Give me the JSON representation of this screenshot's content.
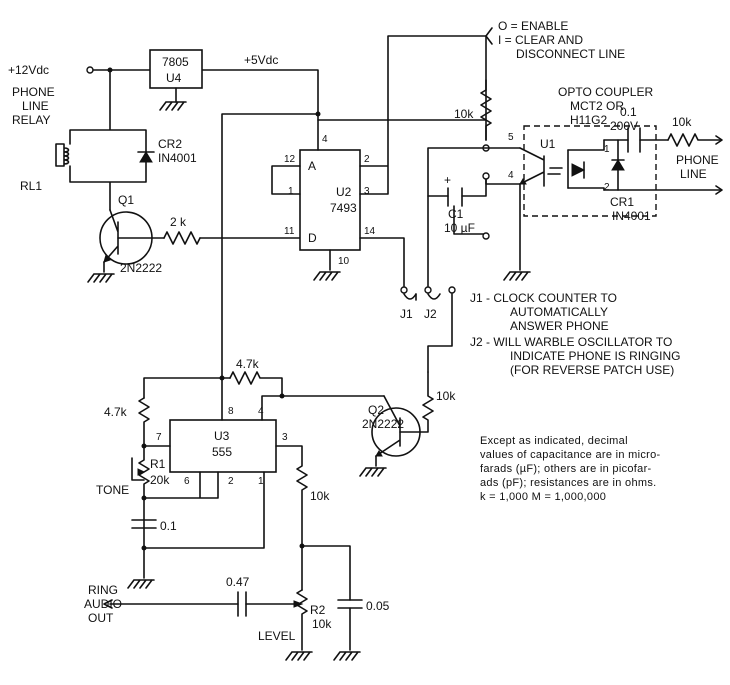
{
  "supply": {
    "v12": "+12Vdc",
    "v5": "+5Vdc"
  },
  "regulator": {
    "part": "7805",
    "ref": "U4"
  },
  "relay": {
    "line1": "PHONE",
    "line2": "LINE",
    "line3": "RELAY",
    "ref": "RL1"
  },
  "cr2": {
    "ref": "CR2",
    "part": "IN4001"
  },
  "q1": {
    "ref": "Q1",
    "part": "2N2222",
    "base_res": "2 k"
  },
  "u2": {
    "ref": "U2",
    "part": "7493",
    "pin_a": "A",
    "pin_d": "D",
    "p12": "12",
    "p1": "1",
    "p4": "4",
    "p2": "2",
    "p3": "3",
    "p11": "11",
    "p14": "14",
    "p10": "10"
  },
  "control": {
    "line1": "O = ENABLE",
    "line2": "I = CLEAR AND",
    "line3": "DISCONNECT LINE"
  },
  "opto": {
    "line1": "OPTO COUPLER",
    "line2": "MCT2 OR",
    "line3": "H11G2",
    "ref": "U1",
    "p5": "5",
    "p4": "4",
    "p1": "1",
    "p2": "2"
  },
  "r10k_top": "10k",
  "c1": {
    "ref": "C1",
    "value": "10 µF",
    "plus": "+"
  },
  "cap_line": {
    "value1": "0.1",
    "value2": "200V",
    "res": "10k"
  },
  "phone_line": {
    "line1": "PHONE",
    "line2": "LINE"
  },
  "cr1": {
    "ref": "CR1",
    "part": "IN4001"
  },
  "jumpers": {
    "j1": "J1",
    "j2": "J2",
    "j1_desc": [
      "J1 - CLOCK COUNTER TO",
      "AUTOMATICALLY",
      "ANSWER PHONE"
    ],
    "j2_desc": [
      "J2 - WILL WARBLE OSCILLATOR TO",
      "INDICATE PHONE IS RINGING",
      "(FOR REVERSE PATCH USE)"
    ]
  },
  "u3": {
    "ref": "U3",
    "part": "555",
    "p7": "7",
    "p8": "8",
    "p4": "4",
    "p3": "3",
    "p6": "6",
    "p2": "2",
    "p1": "1"
  },
  "r47k_left": "4.7k",
  "r47k_top": "4.7k",
  "r1": {
    "ref": "R1",
    "value": "20k",
    "label": "TONE"
  },
  "c_timing": "0.1",
  "q2": {
    "ref": "Q2",
    "part": "2N2222",
    "base_res": "10k"
  },
  "r10k_out": "10k",
  "r2": {
    "ref": "R2",
    "value": "10k",
    "label": "LEVEL"
  },
  "c_out": "0.47",
  "c_filter": "0.05",
  "ring_out": {
    "line1": "RING",
    "line2": "AUDIO",
    "line3": "OUT"
  },
  "note": [
    "Except as indicated, decimal",
    "values of capacitance are in micro-",
    "farads (µF); others are in picofar-",
    "ads (pF); resistances are in ohms.",
    "k = 1,000   M = 1,000,000"
  ]
}
